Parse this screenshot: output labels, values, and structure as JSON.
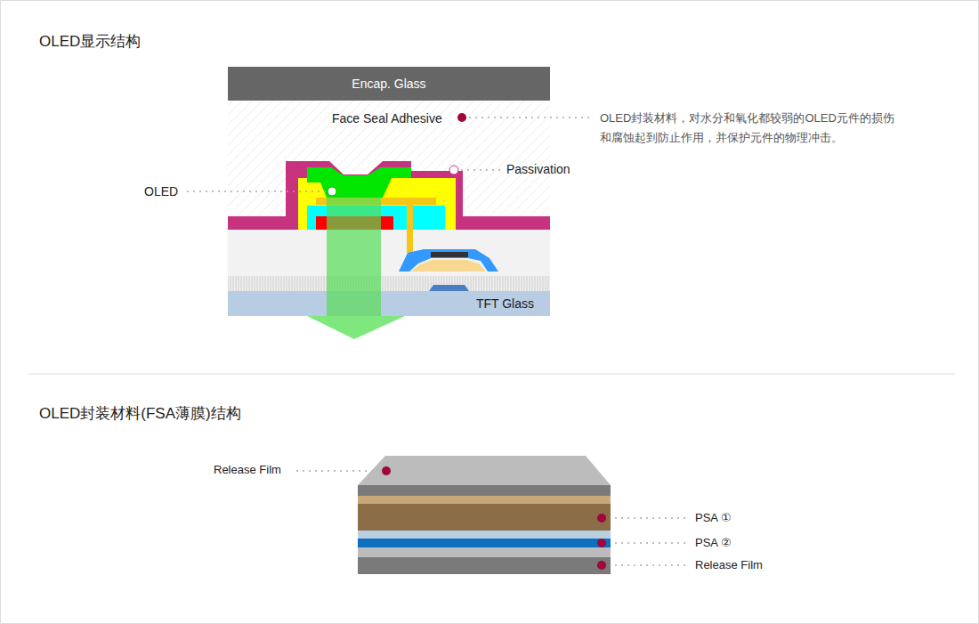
{
  "diagram": {
    "title": "OLED显示结构",
    "nodes": [
      {
        "text": [
          "Encap. Glass"
        ]
      },
      {
        "text": [
          "TFT Glass"
        ]
      }
    ],
    "labels": [
      "Face Seal Adhesive",
      "OLED封装材料，对水分和氧化都较弱的OLED元件的损伤和腐蚀起到防止作用，并保护元件的物理冲击。",
      "Passivation",
      "OLED",
      "OLED封装材料(FSA薄膜)结构",
      "Release Film",
      "PSA ①",
      "PSA ②",
      "Release Film"
    ]
  }
}
